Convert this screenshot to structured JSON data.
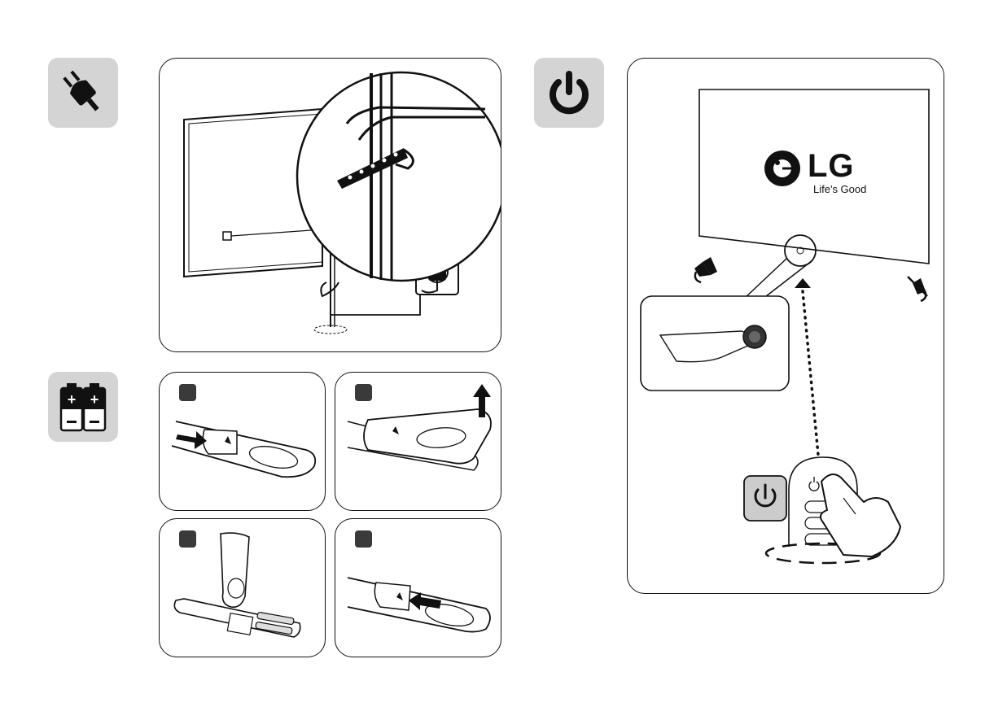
{
  "power_panel": {
    "tv_brand_wordmark": "LG",
    "tv_brand_tagline": "Life's Good"
  },
  "steps": [
    {
      "name": "step-1-press-latch"
    },
    {
      "name": "step-2-lift-cover"
    },
    {
      "name": "step-3-insert-batteries"
    },
    {
      "name": "step-4-close-cover"
    }
  ],
  "icons": {
    "plug_tile": "power-plug-icon",
    "battery_tile": "batteries-icon",
    "power_tile": "power-icon"
  },
  "colors": {
    "tile_gray": "#d4d4d4",
    "step_marker": "#3a3a3a",
    "line": "#111111"
  }
}
